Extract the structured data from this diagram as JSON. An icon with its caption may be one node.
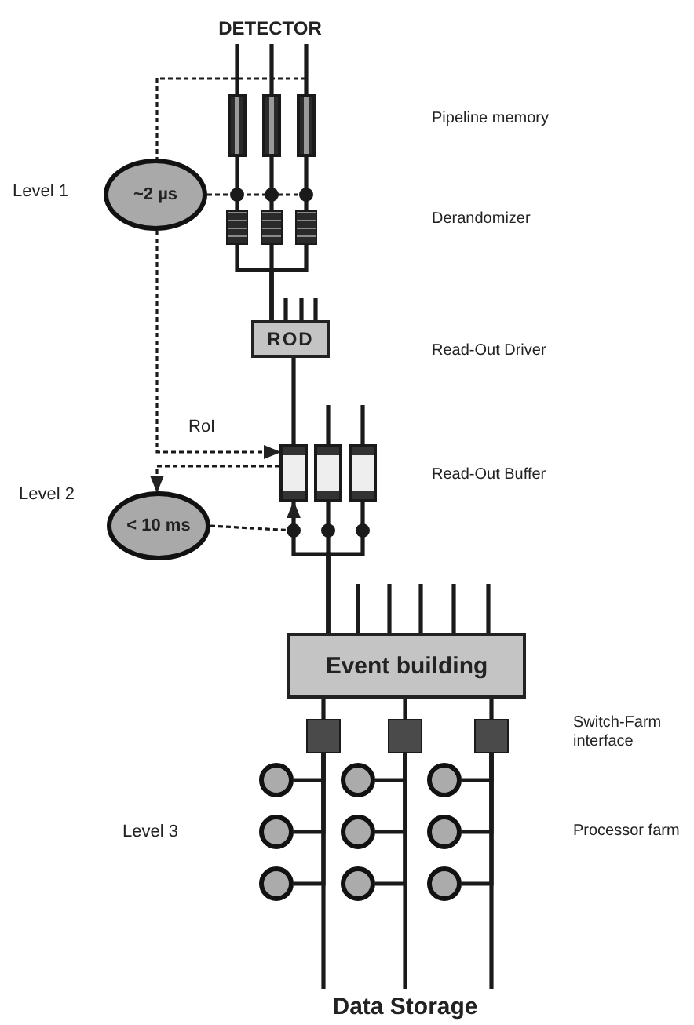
{
  "diagram": {
    "nodes": [
      {
        "text": [
          "DETECTOR"
        ]
      },
      {
        "text": [],
        "shape": "box"
      },
      {
        "text": [],
        "shape": "box"
      },
      {
        "text": [],
        "shape": "box"
      },
      {
        "text": [
          "~2 µs"
        ],
        "beside": [
          "Level 1"
        ]
      },
      {
        "text": [],
        "shape": "box"
      },
      {
        "text": [],
        "shape": "box"
      },
      {
        "text": [],
        "shape": "box"
      },
      {
        "text": [
          "ROD"
        ]
      },
      {
        "text": [],
        "shape": "box"
      },
      {
        "text": [],
        "shape": "box"
      },
      {
        "text": [],
        "shape": "box"
      },
      {
        "text": [
          "< 10 ms"
        ],
        "beside": [
          "Level 2"
        ]
      },
      {
        "text": [
          "Event building"
        ]
      },
      {
        "text": [],
        "shape": "box"
      },
      {
        "text": [],
        "shape": "box"
      },
      {
        "text": [],
        "shape": "box"
      },
      {
        "text": [],
        "shape": "circle"
      },
      {
        "text": [],
        "shape": "circle"
      },
      {
        "text": [],
        "shape": "circle"
      },
      {
        "text": [],
        "shape": "circle"
      },
      {
        "text": [],
        "shape": "circle"
      },
      {
        "text": [],
        "shape": "circle"
      },
      {
        "text": [],
        "shape": "circle"
      },
      {
        "text": [],
        "shape": "circle"
      },
      {
        "text": [],
        "shape": "circle"
      },
      {
        "text": [
          "Data Storage"
        ]
      }
    ],
    "edges": [
      {
        "from": 0,
        "to": 1,
        "arrow": "none"
      },
      {
        "from": 0,
        "to": 2,
        "arrow": "none"
      },
      {
        "from": 0,
        "to": 3,
        "arrow": "none"
      },
      {
        "from": 1,
        "to": 5,
        "arrow": "none"
      },
      {
        "from": 2,
        "to": 6,
        "arrow": "none"
      },
      {
        "from": 3,
        "to": 7,
        "arrow": "none"
      },
      {
        "from": 5,
        "to": 8,
        "arrow": "none"
      },
      {
        "from": 6,
        "to": 8,
        "arrow": "none"
      },
      {
        "from": 7,
        "to": 8,
        "arrow": "none"
      },
      {
        "from": 8,
        "to": 9,
        "arrow": "none"
      },
      {
        "from": 9,
        "to": 13,
        "arrow": "none"
      },
      {
        "from": 10,
        "to": 13,
        "arrow": "none"
      },
      {
        "from": 11,
        "to": 13,
        "arrow": "none"
      },
      {
        "from": 13,
        "to": 14,
        "arrow": "none"
      },
      {
        "from": 13,
        "to": 15,
        "arrow": "none"
      },
      {
        "from": 13,
        "to": 16,
        "arrow": "none"
      },
      {
        "from": 14,
        "to": 17,
        "arrow": "none"
      },
      {
        "from": 14,
        "to": 20,
        "arrow": "none"
      },
      {
        "from": 14,
        "to": 23,
        "arrow": "none"
      },
      {
        "from": 15,
        "to": 18,
        "arrow": "none"
      },
      {
        "from": 15,
        "to": 21,
        "arrow": "none"
      },
      {
        "from": 15,
        "to": 24,
        "arrow": "none"
      },
      {
        "from": 16,
        "to": 19,
        "arrow": "none"
      },
      {
        "from": 16,
        "to": 22,
        "arrow": "none"
      },
      {
        "from": 16,
        "to": 25,
        "arrow": "none"
      },
      {
        "from": 14,
        "to": 26,
        "arrow": "none"
      },
      {
        "from": 15,
        "to": 26,
        "arrow": "none"
      },
      {
        "from": 16,
        "to": 26,
        "arrow": "none"
      },
      {
        "from": 3,
        "to": 4,
        "arrow": "none",
        "style": "dashed"
      },
      {
        "from": 4,
        "to": 7,
        "arrow": "none",
        "style": "dashed"
      },
      {
        "from": 4,
        "to": 9,
        "arrow": "to",
        "style": "dashed",
        "label": "RoI"
      },
      {
        "from": 9,
        "to": 12,
        "arrow": "to",
        "style": "dashed"
      },
      {
        "from": 12,
        "to": 9,
        "arrow": "to",
        "style": "dashed"
      },
      {
        "from": null,
        "to": 8,
        "arrow": "none"
      },
      {
        "from": null,
        "to": 8,
        "arrow": "none"
      },
      {
        "from": null,
        "to": 8,
        "arrow": "none"
      },
      {
        "from": null,
        "to": 10,
        "arrow": "none"
      },
      {
        "from": null,
        "to": 11,
        "arrow": "none"
      },
      {
        "from": null,
        "to": 13,
        "arrow": "none"
      },
      {
        "from": null,
        "to": 13,
        "arrow": "none"
      },
      {
        "from": null,
        "to": 13,
        "arrow": "none"
      },
      {
        "from": null,
        "to": 13,
        "arrow": "none"
      },
      {
        "from": null,
        "to": 13,
        "arrow": "none"
      }
    ],
    "labels": [
      "Pipeline memory",
      "Derandomizer",
      "Read-Out Driver",
      "Read-Out Buffer",
      "Switch-Farm interface",
      "Level 3",
      "Processor farm"
    ]
  }
}
